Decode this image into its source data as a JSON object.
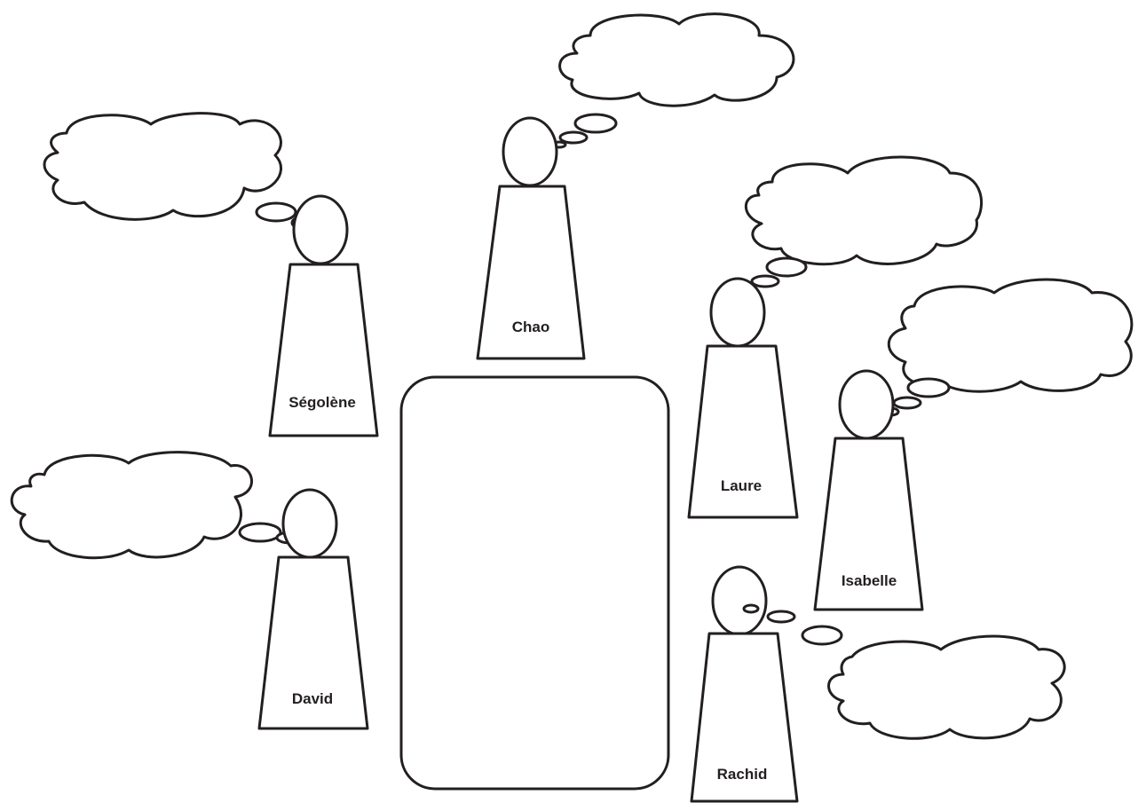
{
  "people": [
    {
      "name": "Chao"
    },
    {
      "name": "Ségolène"
    },
    {
      "name": "Laure"
    },
    {
      "name": "Isabelle"
    },
    {
      "name": "David"
    },
    {
      "name": "Rachid"
    }
  ],
  "colors": {
    "stroke": "#231f20",
    "background": "#ffffff"
  }
}
